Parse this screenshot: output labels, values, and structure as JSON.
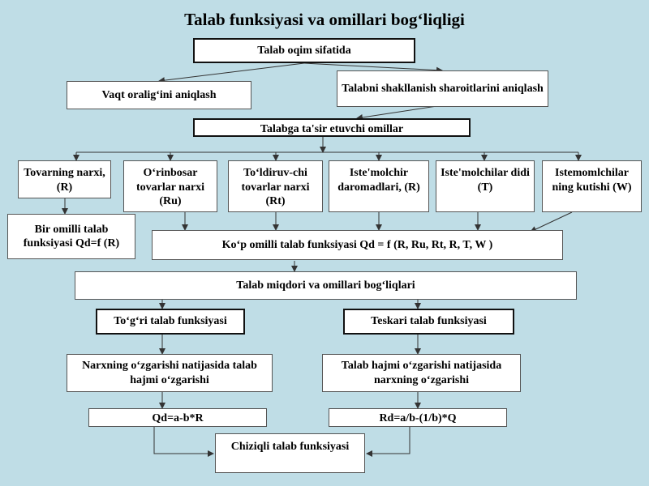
{
  "title": "Talab funksiyasi va omillari  bog‘liqligi",
  "nodes": {
    "talab_oqim": "Talab oqim sifatida",
    "vaqt_oraligi": "Vaqt oralig‘ini aniqlash",
    "shakllanish": "Talabni  shakllanish  sharoitlarini aniqlash",
    "tasir_omillar": "Talabga ta'sir etuvchi omillar",
    "tovar_narxi": "Tovarning narxi,  (R)",
    "orinbosar": "O‘rinbosar tovarlar narxi (Ru)",
    "toldiruvchi": "To‘ldiruv-chi tovarlar narxi (Rt)",
    "daromad": "Iste'molchir daromadlari, (R)",
    "did": "Iste'molchilar didi  (T)",
    "kutish": "Istemomlchilar ning kutishi (W)",
    "bir_omilli": "Bir omilli talab funksiyasi Qd=f (R)",
    "kop_omilli": "Ko‘p omilli talab funksiyasi Qd = f (R, Ru, Rt, R, T, W )",
    "miqdor_boglik": "Talab miqdori va omillari bog‘liqlari",
    "togri": "To‘g‘ri talab funksiyasi",
    "teskari": "Teskari talab funksiyasi",
    "narx_ozgarishi": "Narxning o‘zgarishi natijasida talab hajmi o‘zgarishi",
    "hajm_ozgarishi": "Talab hajmi o‘zgarishi natijasida narxning o‘zgarishi",
    "qd_formula": "Qd=a-b*R",
    "rd_formula": "Rd=a/b-(1/b)*Q",
    "chiziqli": "Chiziqli  talab funksiyasi"
  },
  "colors": {
    "background": "#bfdde6",
    "box_fill": "#ffffff",
    "line": "#333333"
  }
}
